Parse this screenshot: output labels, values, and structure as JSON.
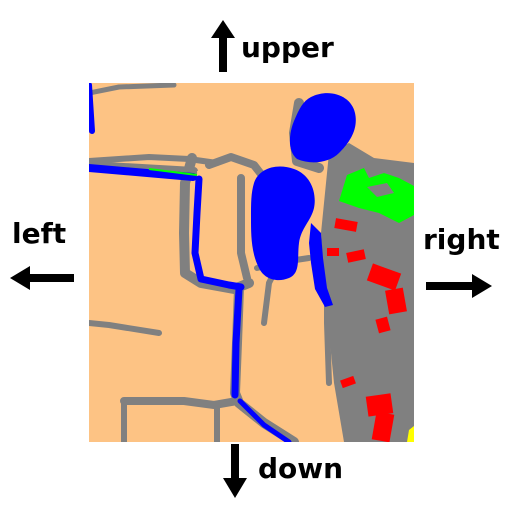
{
  "directions": {
    "up": "upper",
    "down": "down",
    "left": "left",
    "right": "right"
  },
  "icons": {
    "up": "arrow-up-icon",
    "down": "arrow-down-icon",
    "left": "arrow-left-icon",
    "right": "arrow-right-icon"
  },
  "legend_colors": {
    "land": "#fdc384",
    "road": "#808080",
    "water": "#0000ff",
    "building": "#ff0000",
    "vegetation": "#00ff00",
    "other": "#ffff00"
  }
}
